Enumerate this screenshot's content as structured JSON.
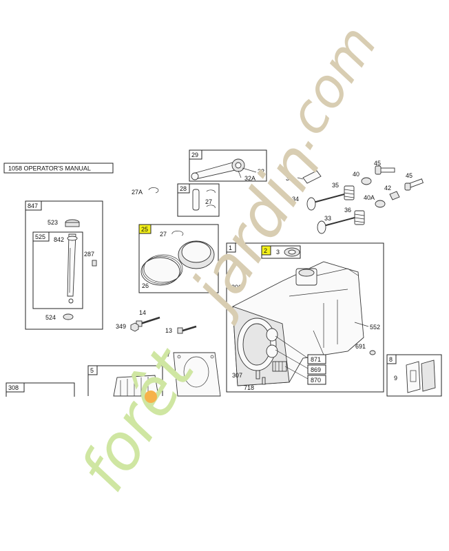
{
  "manual_label": "1058 OPERATOR'S MANUAL",
  "box_labels": {
    "b847": "847",
    "b525": "525",
    "b29": "29",
    "b28": "28",
    "b25": "25",
    "b1": "1",
    "b2": "2",
    "b5": "5",
    "b8": "8",
    "b308": "308"
  },
  "callouts": {
    "c523": "523",
    "c842": "842",
    "c287": "287",
    "c524": "524",
    "c32": "32",
    "c32A": "32A",
    "c27A": "27A",
    "c27_top": "27",
    "c27_ring": "27",
    "c26": "26",
    "c31": "31",
    "c40": "40",
    "c45a": "45",
    "c45b": "45",
    "c35": "35",
    "c42": "42",
    "c40A": "40A",
    "c34": "34",
    "c36": "36",
    "c33": "33",
    "c3": "3",
    "c306": "306",
    "c552": "552",
    "c691": "691",
    "c871": "871",
    "c869": "869",
    "c870": "870",
    "c307": "307",
    "c718": "718",
    "c14": "14",
    "c349": "349",
    "c13": "13",
    "c7": "7",
    "c9": "9"
  },
  "watermark": {
    "part1": "forêt",
    "part2": "jardin",
    "part3": ".com",
    "colors": {
      "green": "#cfe6a2",
      "tan": "#d8cdb2",
      "orange": "#f6b24a"
    }
  },
  "colors": {
    "highlight": "#f3f01a",
    "line": "#222222"
  }
}
